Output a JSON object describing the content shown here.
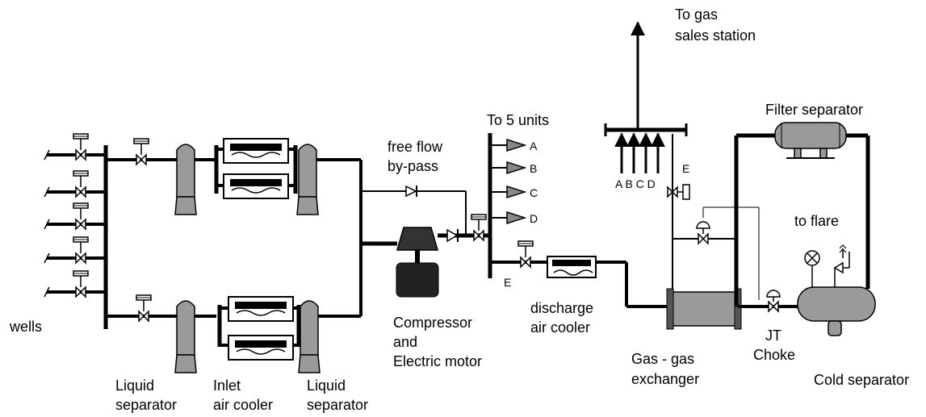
{
  "labels": {
    "wells": "wells",
    "liquid_separator_left": [
      "Liquid",
      "separator"
    ],
    "inlet_air_cooler": [
      "Inlet",
      "air cooler"
    ],
    "liquid_separator_right": [
      "Liquid",
      "separator"
    ],
    "free_flow_bypass": [
      "free flow",
      "by-pass"
    ],
    "compressor": [
      "Compressor",
      "and",
      "Electric motor"
    ],
    "to_5_units": "To 5 units",
    "unit_letters": [
      "A",
      "B",
      "C",
      "D"
    ],
    "header_e": "E",
    "discharge_air_cooler": [
      "discharge",
      "air cooler"
    ],
    "gas_sales": [
      "To gas",
      "sales station"
    ],
    "inlet_letters": "A B C D",
    "inlet_e": "E",
    "filter_separator": "Filter  separator",
    "to_flare": "to flare",
    "gas_gas_exchanger": [
      "Gas - gas",
      "exchanger"
    ],
    "jt_choke": [
      "JT",
      "Choke"
    ],
    "cold_separator": "Cold separator"
  },
  "colors": {
    "line": "#000000",
    "vessel_fill": "#9a9a9a",
    "motor_fill": "#222222",
    "background": "#ffffff"
  }
}
